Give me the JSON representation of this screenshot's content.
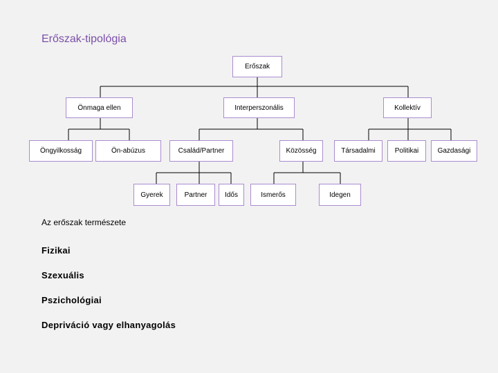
{
  "title": "Erőszak-tipológia",
  "tree": {
    "root": "Erőszak",
    "level1": {
      "self": "Önmaga ellen",
      "interpersonal": "Interperszonális",
      "collective": "Kollektív"
    },
    "level2": {
      "suicide": "Öngyilkosság",
      "self_abuse": "Ön-abúzus",
      "family_partner": "Család/Partner",
      "community": "Közösség",
      "social": "Társadalmi",
      "political": "Politikai",
      "economic": "Gazdasági"
    },
    "level3": {
      "child": "Gyerek",
      "partner": "Partner",
      "elder": "Idős",
      "acquaintance": "Ismerős",
      "stranger": "Idegen"
    }
  },
  "nature": {
    "heading": "Az erőszak természete",
    "items": [
      "Fizikai",
      "Szexuális",
      "Pszichológiai",
      "Depriváció vagy elhanyagolás"
    ]
  },
  "colors": {
    "title": "#7b4fa8",
    "node_border": "#a98bcf",
    "background": "#f2f2f2"
  }
}
